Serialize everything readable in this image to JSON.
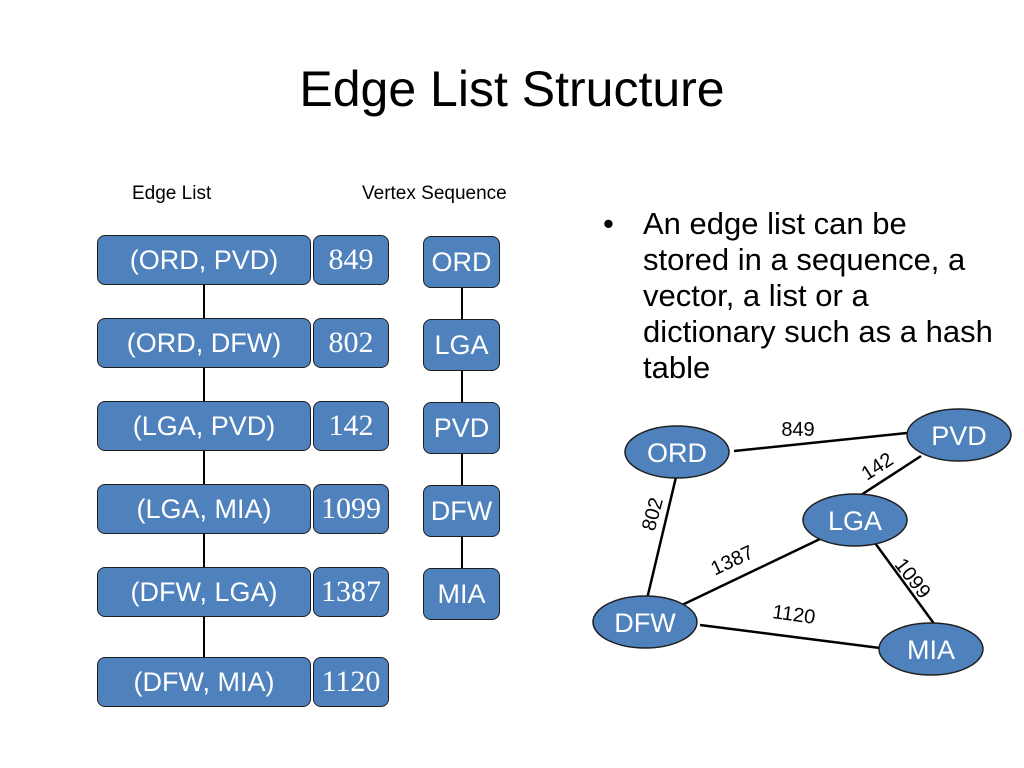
{
  "title": "Edge List Structure",
  "labels": {
    "edge_list": "Edge List",
    "vertex_sequence": "Vertex Sequence"
  },
  "edge_list": [
    {
      "edge": "(ORD, PVD)",
      "weight": "849"
    },
    {
      "edge": "(ORD, DFW)",
      "weight": "802"
    },
    {
      "edge": "(LGA, PVD)",
      "weight": "142"
    },
    {
      "edge": "(LGA, MIA)",
      "weight": "1099"
    },
    {
      "edge": "(DFW, LGA)",
      "weight": "1387"
    },
    {
      "edge": "(DFW, MIA)",
      "weight": "1120"
    }
  ],
  "vertex_sequence": [
    "ORD",
    "LGA",
    "PVD",
    "DFW",
    "MIA"
  ],
  "bullet": "An edge list can be stored in a sequence, a vector, a list or a dictionary such as a hash table",
  "bullet_marker": "•",
  "graph": {
    "nodes": [
      "ORD",
      "PVD",
      "LGA",
      "DFW",
      "MIA"
    ],
    "edges": [
      {
        "from": "ORD",
        "to": "PVD",
        "weight": "849"
      },
      {
        "from": "LGA",
        "to": "PVD",
        "weight": "142"
      },
      {
        "from": "ORD",
        "to": "DFW",
        "weight": "802"
      },
      {
        "from": "DFW",
        "to": "LGA",
        "weight": "1387"
      },
      {
        "from": "LGA",
        "to": "MIA",
        "weight": "1099"
      },
      {
        "from": "DFW",
        "to": "MIA",
        "weight": "1120"
      }
    ]
  },
  "colors": {
    "node_fill": "#4f81bd",
    "node_stroke": "#1f1f1f",
    "text_on_node": "#ffffff"
  }
}
